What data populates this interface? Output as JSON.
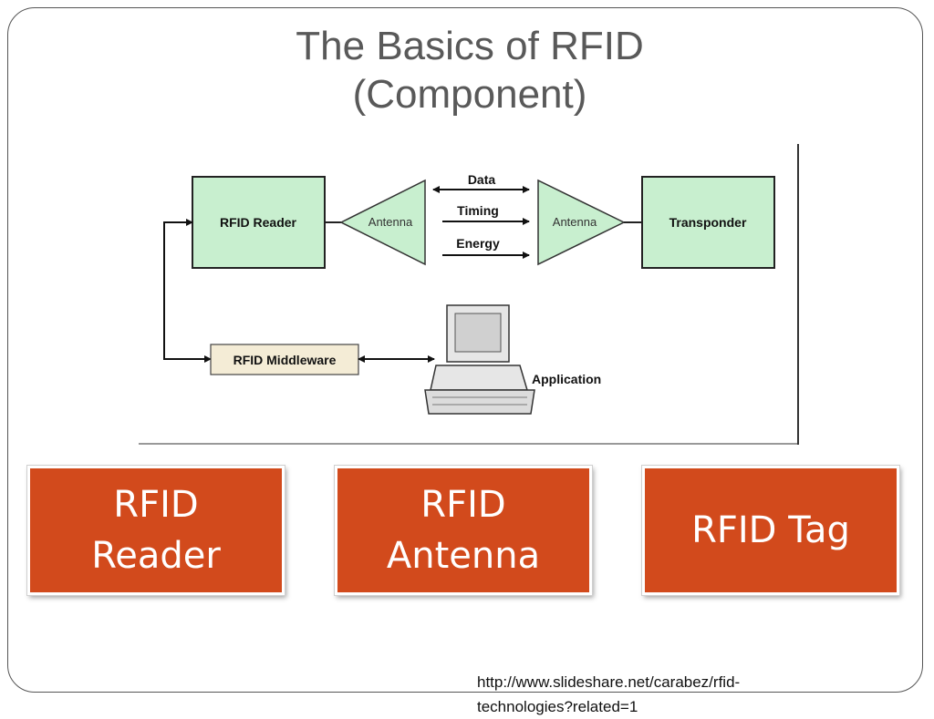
{
  "slide": {
    "title_line1": "The Basics of RFID",
    "title_line2": "(Component)"
  },
  "diagram": {
    "rfid_reader": "RFID Reader",
    "antenna_left": "Antenna",
    "antenna_right": "Antenna",
    "transponder": "Transponder",
    "data": "Data",
    "timing": "Timing",
    "energy": "Energy",
    "middleware": "RFID Middleware",
    "application": "Application"
  },
  "components": [
    {
      "line1": "RFID",
      "line2": "Reader"
    },
    {
      "line1": "RFID",
      "line2": "Antenna"
    },
    {
      "line1": "RFID Tag"
    }
  ],
  "source": {
    "line1": "http://www.slideshare.net/carabez/rfid-",
    "line2": "technologies?related=1"
  },
  "colors": {
    "box_fill": "#d24a1c",
    "diagram_green": "#c8efcf",
    "middleware_fill": "#f4ecd6",
    "title_text": "#595959"
  }
}
